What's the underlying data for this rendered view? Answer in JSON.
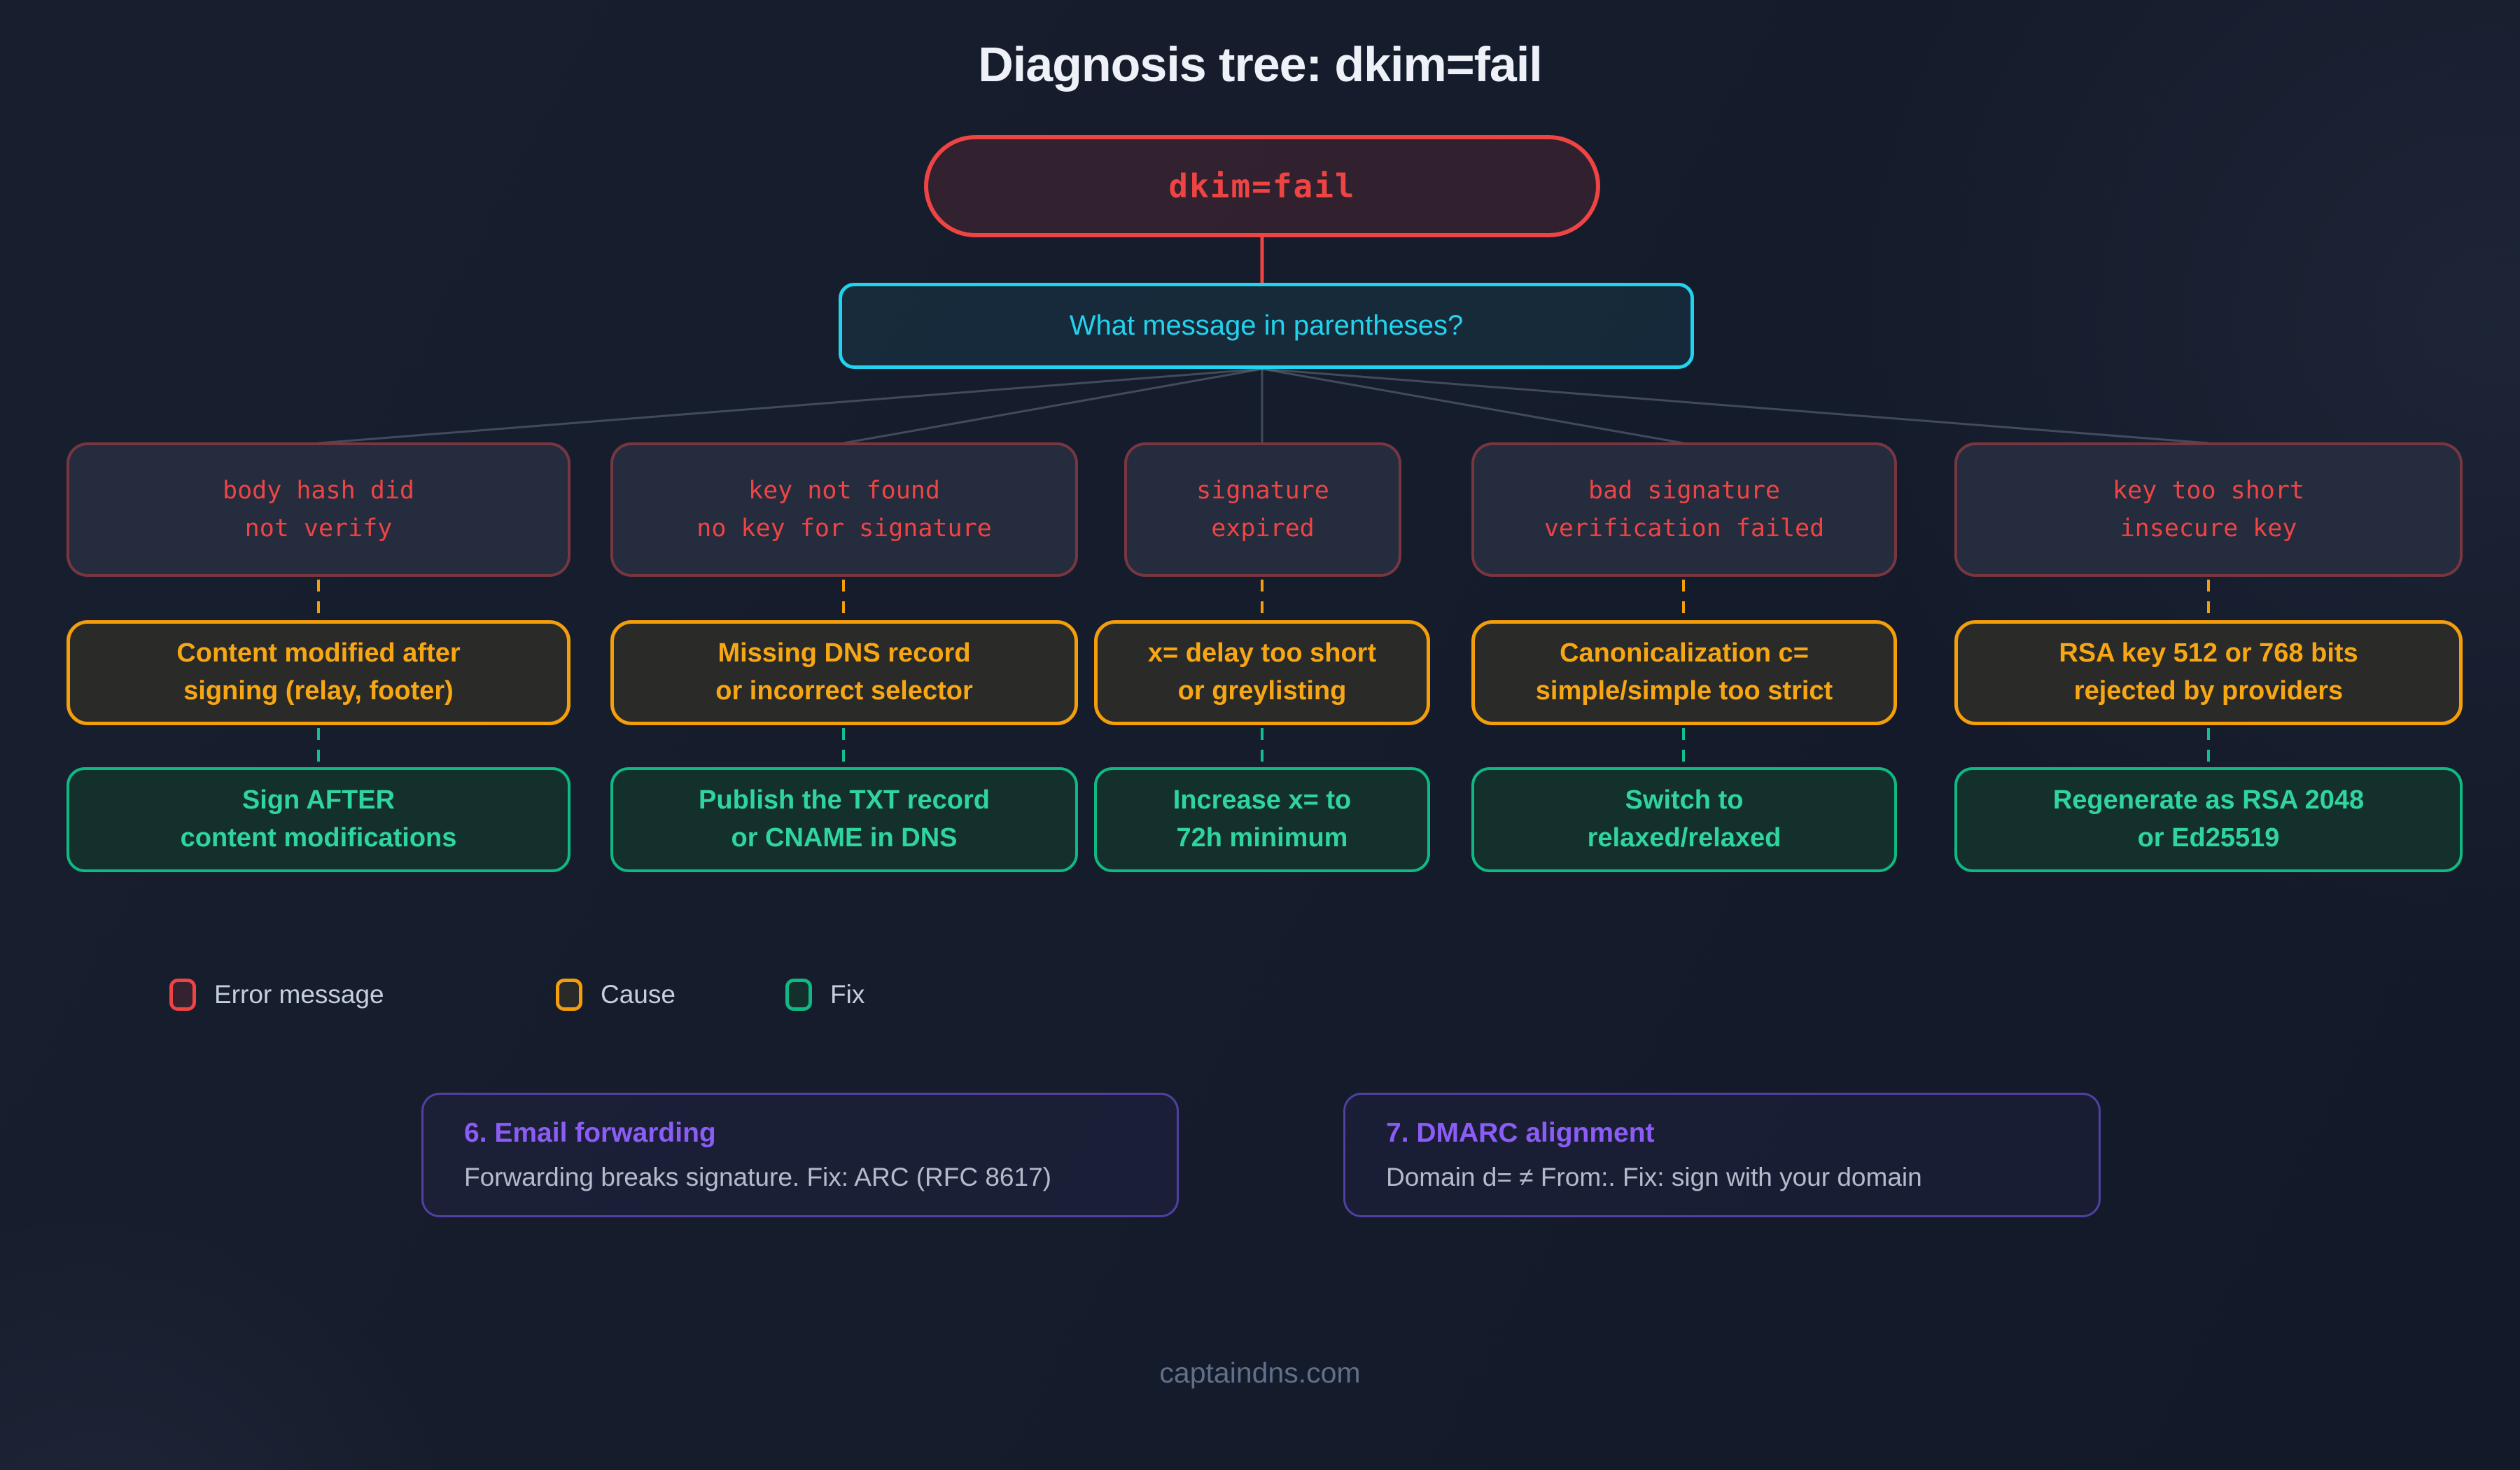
{
  "page": {
    "title": "Diagnosis tree: dkim=fail",
    "footer": "captaindns.com",
    "colors": {
      "background": "#131a2a",
      "error_accent": "#ef4444",
      "cause_accent": "#f59e0b",
      "fix_accent": "#10b981",
      "question_accent": "#22d3ee",
      "note_accent": "#8b5cf6"
    }
  },
  "root": {
    "label": "dkim=fail"
  },
  "question": {
    "label": "What message in parentheses?"
  },
  "branches": [
    {
      "error": "body hash did\nnot verify",
      "cause": "Content modified after\nsigning (relay, footer)",
      "fix": "Sign AFTER\ncontent modifications"
    },
    {
      "error": "key not found\nno key for signature",
      "cause": "Missing DNS record\nor incorrect selector",
      "fix": "Publish the TXT record\nor CNAME in DNS"
    },
    {
      "error": "signature\nexpired",
      "cause": "x= delay too short\nor greylisting",
      "fix": "Increase x= to\n72h minimum"
    },
    {
      "error": "bad signature\nverification failed",
      "cause": "Canonicalization c=\nsimple/simple too strict",
      "fix": "Switch to\nrelaxed/relaxed"
    },
    {
      "error": "key too short\ninsecure key",
      "cause": "RSA key 512 or 768 bits\nrejected by providers",
      "fix": "Regenerate as RSA 2048\nor Ed25519"
    }
  ],
  "legend": [
    {
      "label": "Error message"
    },
    {
      "label": "Cause"
    },
    {
      "label": "Fix"
    }
  ],
  "notes": [
    {
      "title": "6. Email forwarding",
      "body": "Forwarding breaks signature. Fix: ARC (RFC 8617)"
    },
    {
      "title": "7. DMARC alignment",
      "body": "Domain d= ≠ From:. Fix: sign with your domain"
    }
  ]
}
